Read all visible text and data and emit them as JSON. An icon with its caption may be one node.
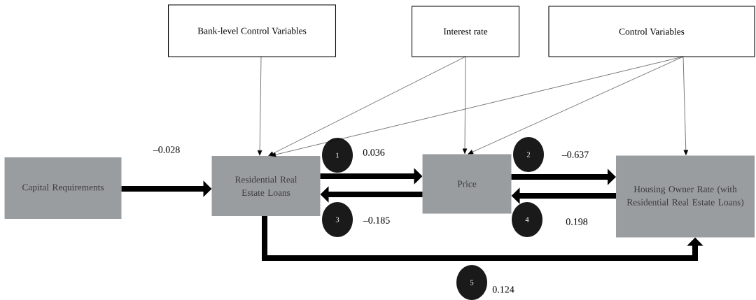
{
  "diagram": {
    "nodes": [
      {
        "text": [
          "Bank-level Control Variables"
        ]
      },
      {
        "text": [
          "Interest rate"
        ]
      },
      {
        "text": [
          "Control Variables"
        ]
      },
      {
        "text": [
          "Capital Requirements"
        ]
      },
      {
        "text": [
          "Residential Real Estate Loans"
        ]
      },
      {
        "text": [
          "Price"
        ]
      },
      {
        "text": [
          "Housing Owner Rate (with Residential Real Estate Loans)"
        ]
      },
      {
        "text": [
          "1"
        ]
      },
      {
        "text": [
          "2"
        ]
      },
      {
        "text": [
          "3"
        ]
      },
      {
        "text": [
          "4"
        ]
      },
      {
        "text": [
          "5"
        ]
      }
    ],
    "edges": [
      {
        "from": 0,
        "to": 4,
        "arrow": "to"
      },
      {
        "from": 1,
        "to": 4,
        "arrow": "to"
      },
      {
        "from": 1,
        "to": 5,
        "arrow": "to"
      },
      {
        "from": 2,
        "to": 4,
        "arrow": "to"
      },
      {
        "from": 2,
        "to": 5,
        "arrow": "to"
      },
      {
        "from": 2,
        "to": 6,
        "arrow": "to"
      },
      {
        "from": 3,
        "to": 4,
        "arrow": "to",
        "style": "thick",
        "label": "–0.028"
      },
      {
        "from": 4,
        "to": 5,
        "arrow": "to",
        "style": "thick",
        "label": "0.036"
      },
      {
        "from": 5,
        "to": 4,
        "arrow": "to",
        "style": "thick",
        "label": "–0.185"
      },
      {
        "from": 5,
        "to": 6,
        "arrow": "to",
        "style": "thick",
        "label": "–0.637"
      },
      {
        "from": 6,
        "to": 5,
        "arrow": "to",
        "style": "thick",
        "label": "0.198"
      },
      {
        "from": 4,
        "to": 6,
        "arrow": "to",
        "style": "thick",
        "label": "0.124"
      }
    ]
  }
}
